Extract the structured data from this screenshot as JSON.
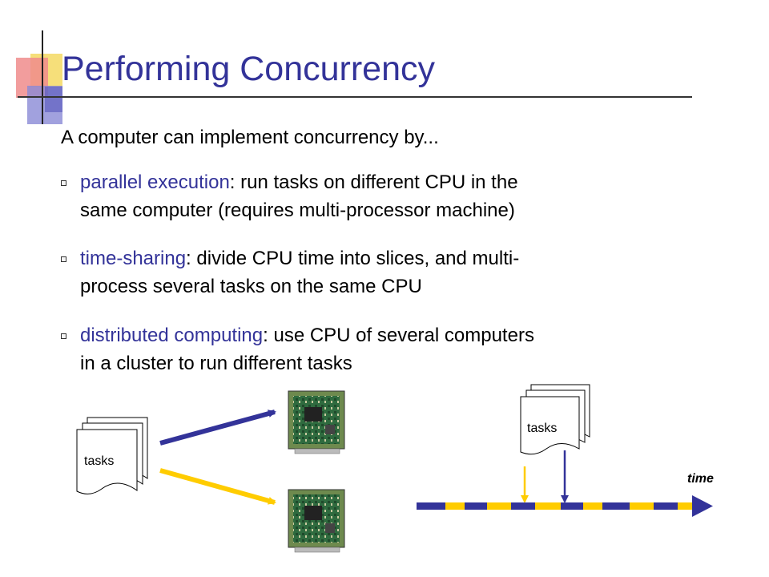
{
  "slide": {
    "title": "Performing Concurrency",
    "intro": "A computer can implement concurrency by...",
    "bullets": [
      {
        "term": "parallel execution",
        "line1_rest": ": run tasks on different CPU in the",
        "line2": "same computer (requires multi-processor machine)"
      },
      {
        "term": "time-sharing",
        "line1_rest": ": divide CPU time into slices, and multi-",
        "line2": "process several tasks on the same CPU"
      },
      {
        "term": "distributed computing",
        "line1_rest": ": use CPU of several computers",
        "line2": "in a cluster to run different tasks"
      }
    ]
  },
  "diagram": {
    "left_stack_label": "tasks",
    "right_stack_label": "tasks",
    "time_label": "time"
  },
  "colors": {
    "title": "#333399",
    "navy": "#333399",
    "yellow": "#ffcc00"
  },
  "icons": {
    "decoration": "crosshair-squares-decoration",
    "board": "circuit-board-icon",
    "stack": "document-stack-icon"
  }
}
